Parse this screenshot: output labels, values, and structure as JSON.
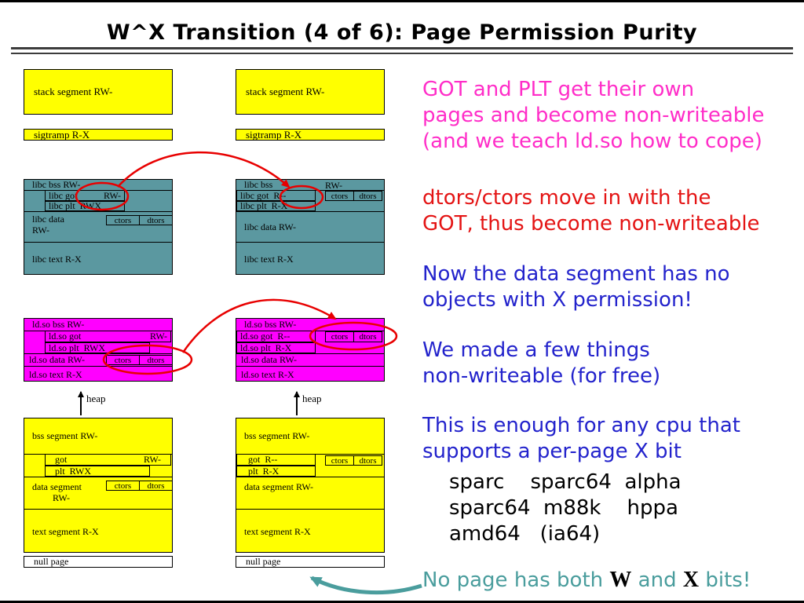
{
  "title": "W^X Transition (4 of 6): Page Permission Purity",
  "before": {
    "stack": "stack segment RW-",
    "sigtramp": "sigtramp R-X",
    "libc_bss": "libc bss RW-",
    "libc_got": "libc got",
    "libc_got_perm": "RW-",
    "libc_plt": "libc plt  RWX",
    "libc_data": "libc data",
    "libc_data_perm": "RW-",
    "libc_text": "libc text R-X",
    "ldso_bss": "ld.so bss RW-",
    "ldso_got": "ld.so got",
    "ldso_got_perm": "RW-",
    "ldso_plt": "ld.so plt  RWX",
    "ldso_data": "ld.so data RW-",
    "ldso_text": "ld.so text R-X",
    "heap": "heap",
    "bss": "bss segment RW-",
    "got": "got",
    "got_perm": "RW-",
    "plt": "plt  RWX",
    "data": "data segment",
    "data_perm": "RW-",
    "text": "text segment R-X",
    "null_page": "null page",
    "ctors": "ctors",
    "dtors": "dtors"
  },
  "after": {
    "stack": "stack segment RW-",
    "sigtramp": "sigtramp R-X",
    "libc_bss": "libc bss",
    "libc_bss_perm": "RW-",
    "libc_got": "libc got  R--",
    "libc_plt": "libc plt  R-X",
    "libc_data": "libc data RW-",
    "libc_text": "libc text R-X",
    "ldso_bss": "ld.so bss RW-",
    "ldso_got": "ld.so got  R--",
    "ldso_plt": "ld.so plt  R-X",
    "ldso_data": "ld.so data RW-",
    "ldso_text": "ld.so text R-X",
    "heap": "heap",
    "bss": "bss segment RW-",
    "got": "got  R--",
    "plt": "plt  R-X",
    "data": "data segment RW-",
    "text": "text segment R-X",
    "null_page": "null page",
    "ctors": "ctors",
    "dtors": "dtors"
  },
  "notes": {
    "p1": {
      "lines": [
        "GOT and PLT get their own",
        "pages and become non-writeable",
        "(and we teach ld.so how to cope)"
      ]
    },
    "p2": {
      "lines": [
        "dtors/ctors move in with the",
        "GOT, thus become non-writeable"
      ]
    },
    "p3": {
      "lines": [
        "Now the data segment has no",
        "objects with X permission!"
      ]
    },
    "p4": {
      "lines": [
        "We made a few things",
        "non-writeable (for free)"
      ]
    },
    "p5": {
      "lines": [
        "This is enough for any cpu that",
        "supports a per-page X bit"
      ]
    },
    "cpus": [
      "sparc    sparc64  alpha",
      "sparc64  m88k    hppa",
      "amd64   (ia64)"
    ],
    "no_page_pre": "No page has both ",
    "no_page_w": "W",
    "no_page_mid": " and ",
    "no_page_x": "X",
    "no_page_post": " bits!"
  },
  "colors": {
    "segment_yellow": "#ffff00",
    "segment_teal": "#5b98a0",
    "segment_magenta": "#ff00ff",
    "note_magenta": "#ff2dc8",
    "note_red": "#e41414",
    "note_blue": "#2323cc",
    "note_teal": "#4a9d9d",
    "highlight_red": "#e80000"
  }
}
